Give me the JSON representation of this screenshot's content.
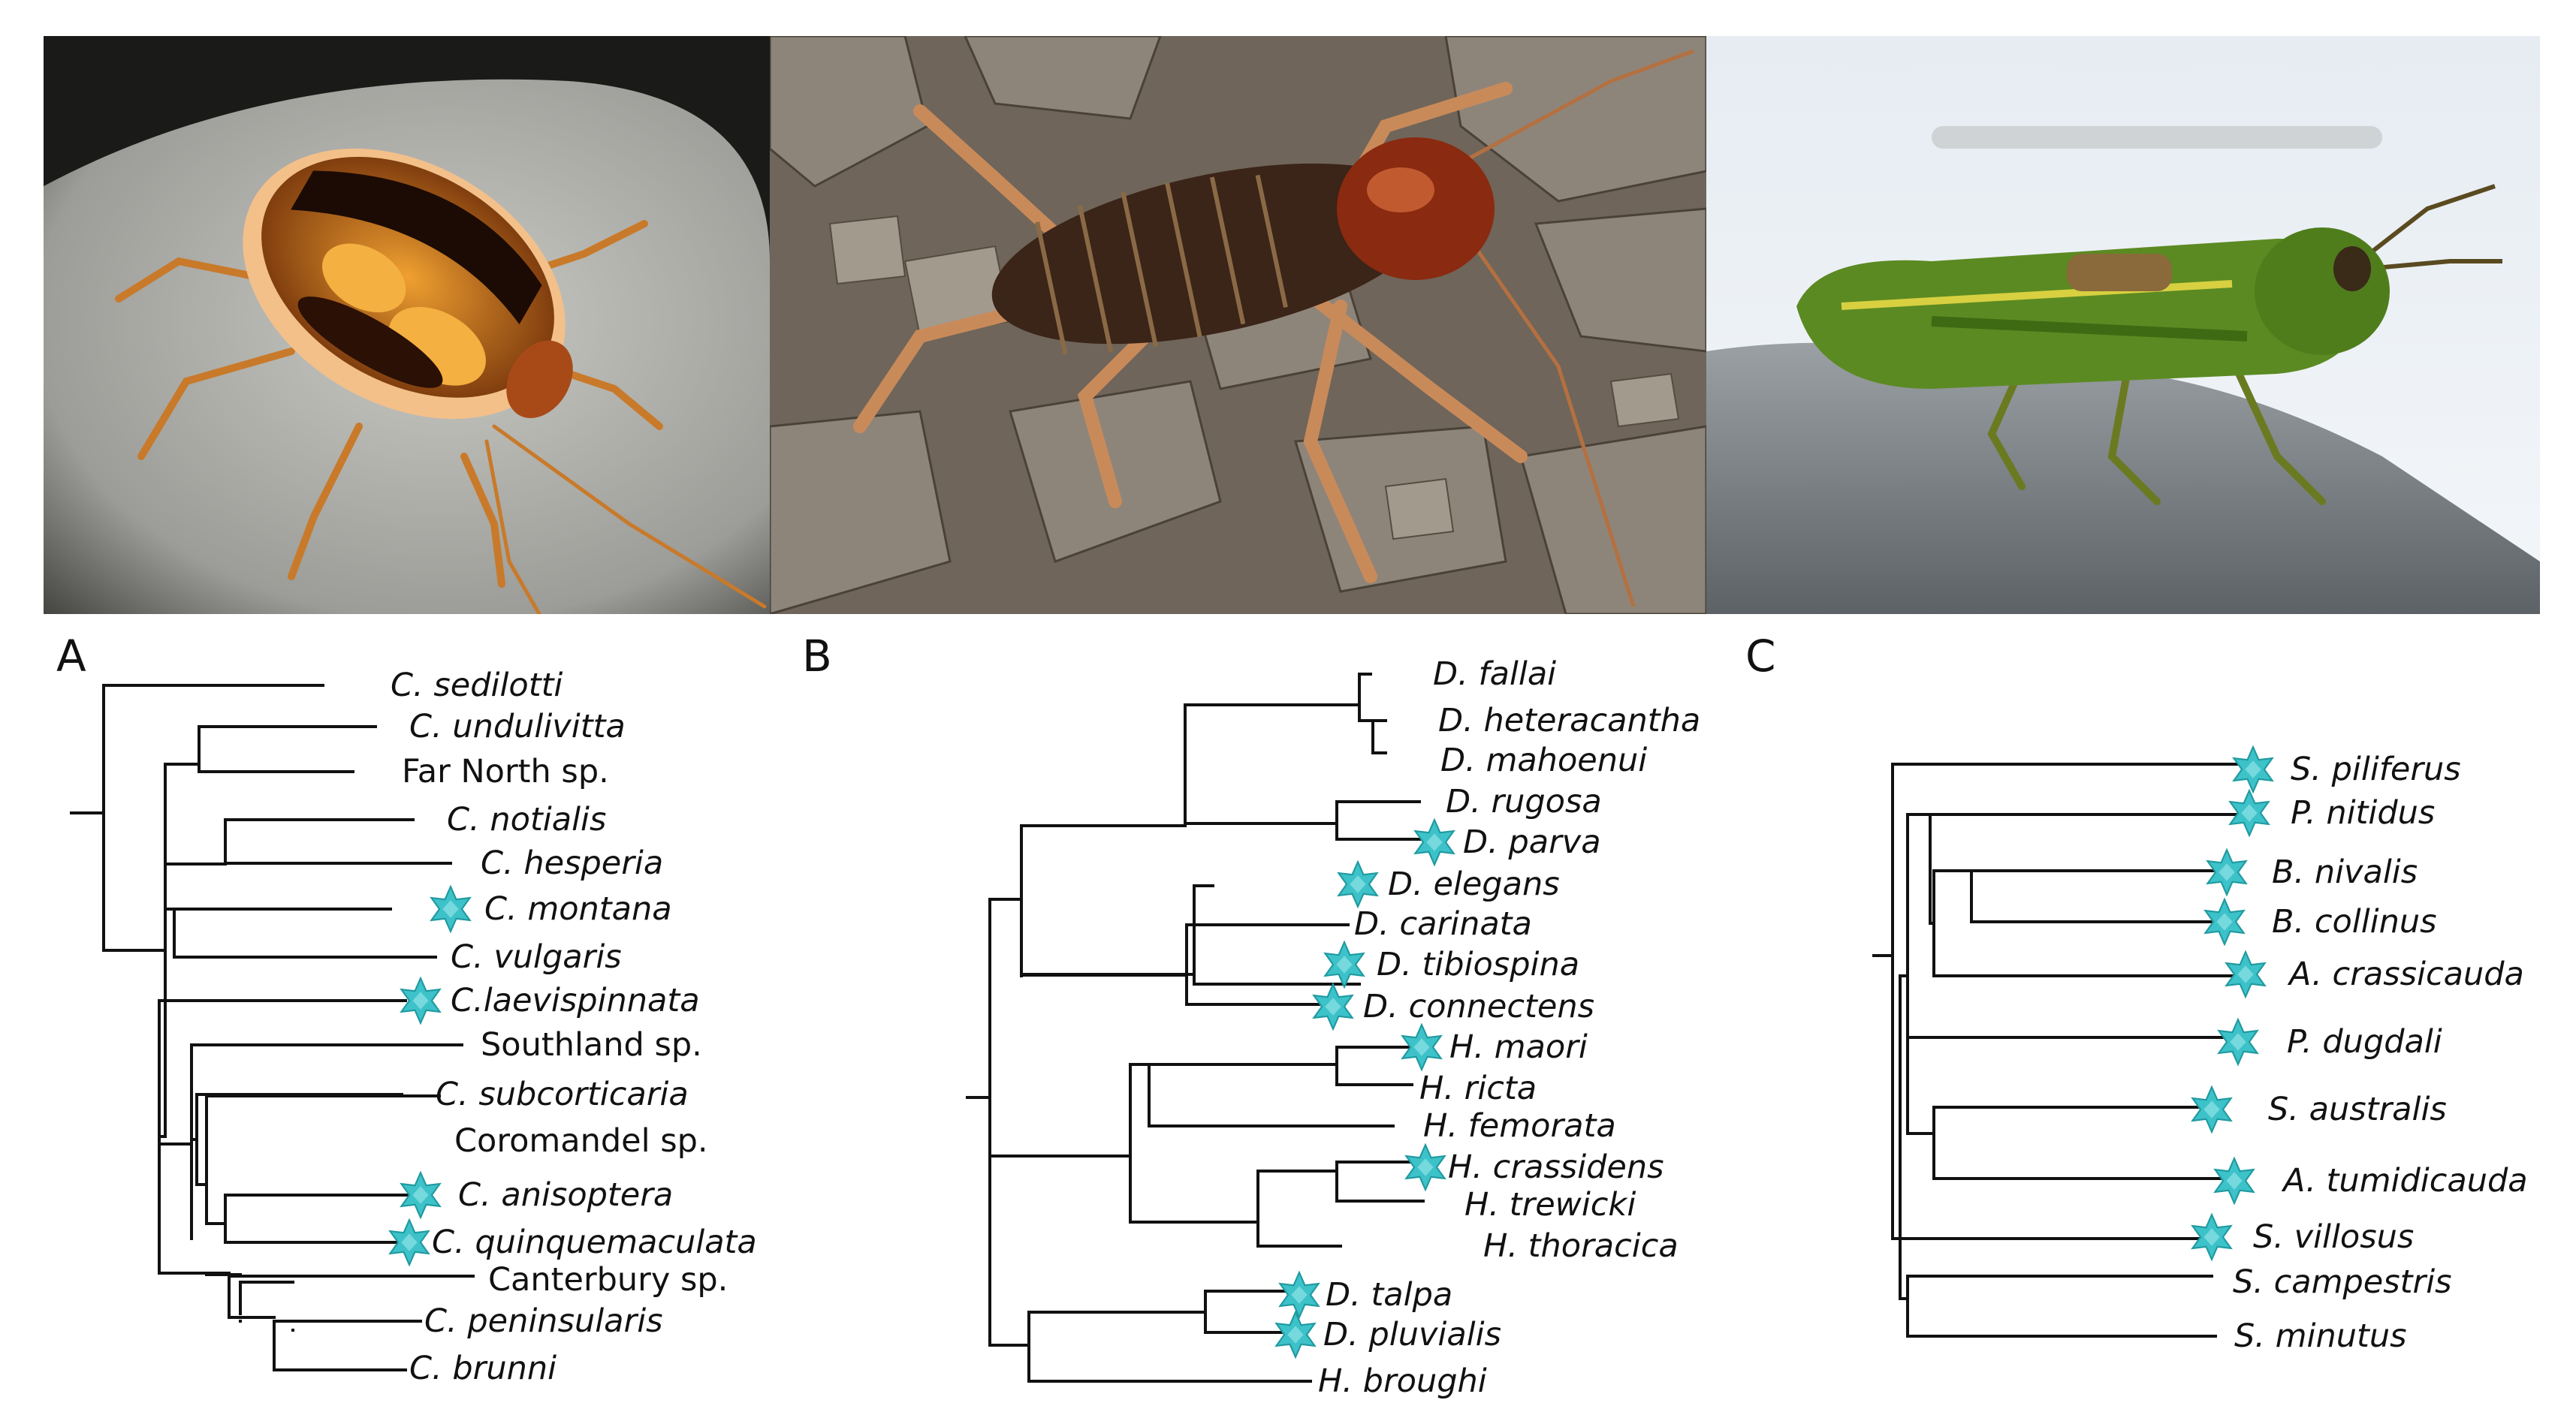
{
  "panels": {
    "a": {
      "letter": "A",
      "photo_icon": "cockroach-photo",
      "taxa": [
        "C. sedilotti",
        "C. undulivitta",
        "Far North sp.",
        "C. notialis",
        "C. hesperia",
        "C. montana",
        "C. vulgaris",
        "C.laevispinnata",
        "Southland sp.",
        "C. subcorticaria",
        "Coromandel sp.",
        "C. anisoptera",
        "C. quinquemaculata",
        "Canterbury sp.",
        "C. peninsularis",
        "C. brunni"
      ]
    },
    "b": {
      "letter": "B",
      "photo_icon": "weta-photo",
      "taxa": [
        "D. fallai",
        "D. heteracantha",
        "D. mahoenui",
        "D. rugosa",
        "D. parva",
        "D. elegans",
        "D. carinata",
        "D. tibiospina",
        "D. connectens",
        "H. maori",
        "H. ricta",
        "H. femorata",
        "H. crassidens",
        "H. trewicki",
        "H. thoracica",
        "D. talpa",
        "D. pluvialis",
        "H. broughi"
      ]
    },
    "c": {
      "letter": "C",
      "photo_icon": "grasshopper-photo",
      "taxa": [
        "S. piliferus",
        "P. nitidus",
        "B. nivalis",
        "B. collinus",
        "A. crassicauda",
        "P. dugdali",
        "S. australis",
        "A. tumidicauda",
        "S. villosus",
        "S. campestris",
        "S. minutus"
      ]
    }
  },
  "colors": {
    "star": "#3cc2c8",
    "star_outline": "#1f9aa0",
    "branch": "#111111"
  },
  "markers": {
    "icon": "star-icon"
  }
}
